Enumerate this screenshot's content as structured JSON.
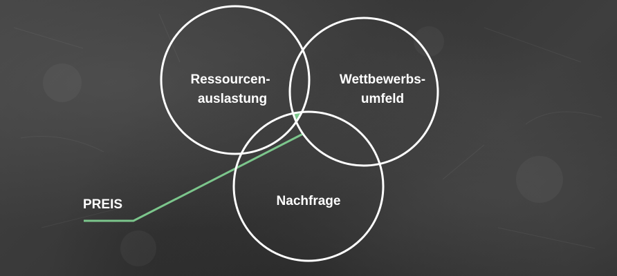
{
  "diagram": {
    "circles": [
      {
        "id": "ressourcen",
        "lines": [
          "Ressourcen-",
          "auslastung"
        ]
      },
      {
        "id": "wettbewerb",
        "lines": [
          "Wettbewerbs-",
          "umfeld"
        ]
      },
      {
        "id": "nachfrage",
        "lines": [
          "Nachfrage"
        ]
      }
    ],
    "intersection_label": "PREIS",
    "colors": {
      "background": "#3a3a3a",
      "circle_stroke": "#ffffff",
      "intersection_fill": "#7cc68c",
      "pointer_line": "#7cc68c",
      "text": "#ffffff"
    }
  }
}
